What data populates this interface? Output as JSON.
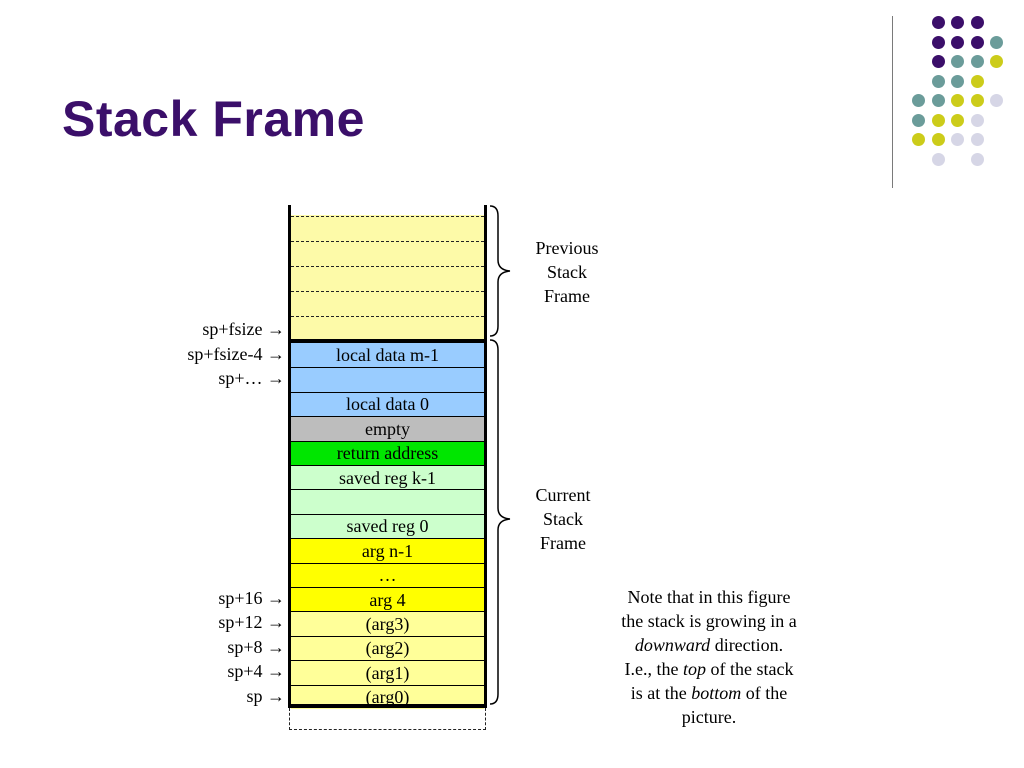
{
  "title": "Stack Frame",
  "colors": {
    "title": "#3b0f6a",
    "previous_frame": "#fdfaa8",
    "local_data": "#99ccff",
    "empty": "#bdbdbd",
    "return_address": "#00e600",
    "saved_reg": "#ccffcc",
    "arg_bright": "#ffff00",
    "arg_pale": "#ffff99",
    "decor_purple": "#3b0f6a",
    "decor_teal": "#6b9c9a",
    "decor_yellow": "#cccc1a",
    "decor_lavender": "#d6d6e6"
  },
  "stack": {
    "cells": [
      {
        "label": "local data m-1",
        "color": "local_data"
      },
      {
        "label": "",
        "color": "local_data"
      },
      {
        "label": "local data 0",
        "color": "local_data"
      },
      {
        "label": "empty",
        "color": "empty"
      },
      {
        "label": "return address",
        "color": "return_address"
      },
      {
        "label": "saved reg k-1",
        "color": "saved_reg"
      },
      {
        "label": "",
        "color": "saved_reg"
      },
      {
        "label": "saved reg 0",
        "color": "saved_reg"
      },
      {
        "label": "arg n-1",
        "color": "arg_bright"
      },
      {
        "label": "…",
        "color": "arg_bright"
      },
      {
        "label": "arg 4",
        "color": "arg_bright"
      },
      {
        "label": "(arg3)",
        "color": "arg_pale"
      },
      {
        "label": "(arg2)",
        "color": "arg_pale"
      },
      {
        "label": "(arg1)",
        "color": "arg_pale"
      },
      {
        "label": "(arg0)",
        "color": "arg_pale"
      }
    ]
  },
  "addresses": [
    {
      "label": "sp+fsize →"
    },
    {
      "label": "sp+fsize-4 →"
    },
    {
      "label": "sp+… →"
    },
    {
      "label": "sp+16 →"
    },
    {
      "label": "sp+12 →"
    },
    {
      "label": "sp+8 →"
    },
    {
      "label": "sp+4 →"
    },
    {
      "label": "sp →"
    }
  ],
  "brackets": {
    "previous": "Previous\nStack\nFrame",
    "current": "Current\nStack\nFrame"
  },
  "note": {
    "line1": "Note that in this figure",
    "line2": "the stack is growing in a",
    "line3_em": "downward",
    "line3_rest": " direction.",
    "line4_a": "I.e., the ",
    "line4_em": "top",
    "line4_b": " of the stack",
    "line5_a": "is at the ",
    "line5_em": "bottom",
    "line5_b": " of the",
    "line6": "picture."
  }
}
